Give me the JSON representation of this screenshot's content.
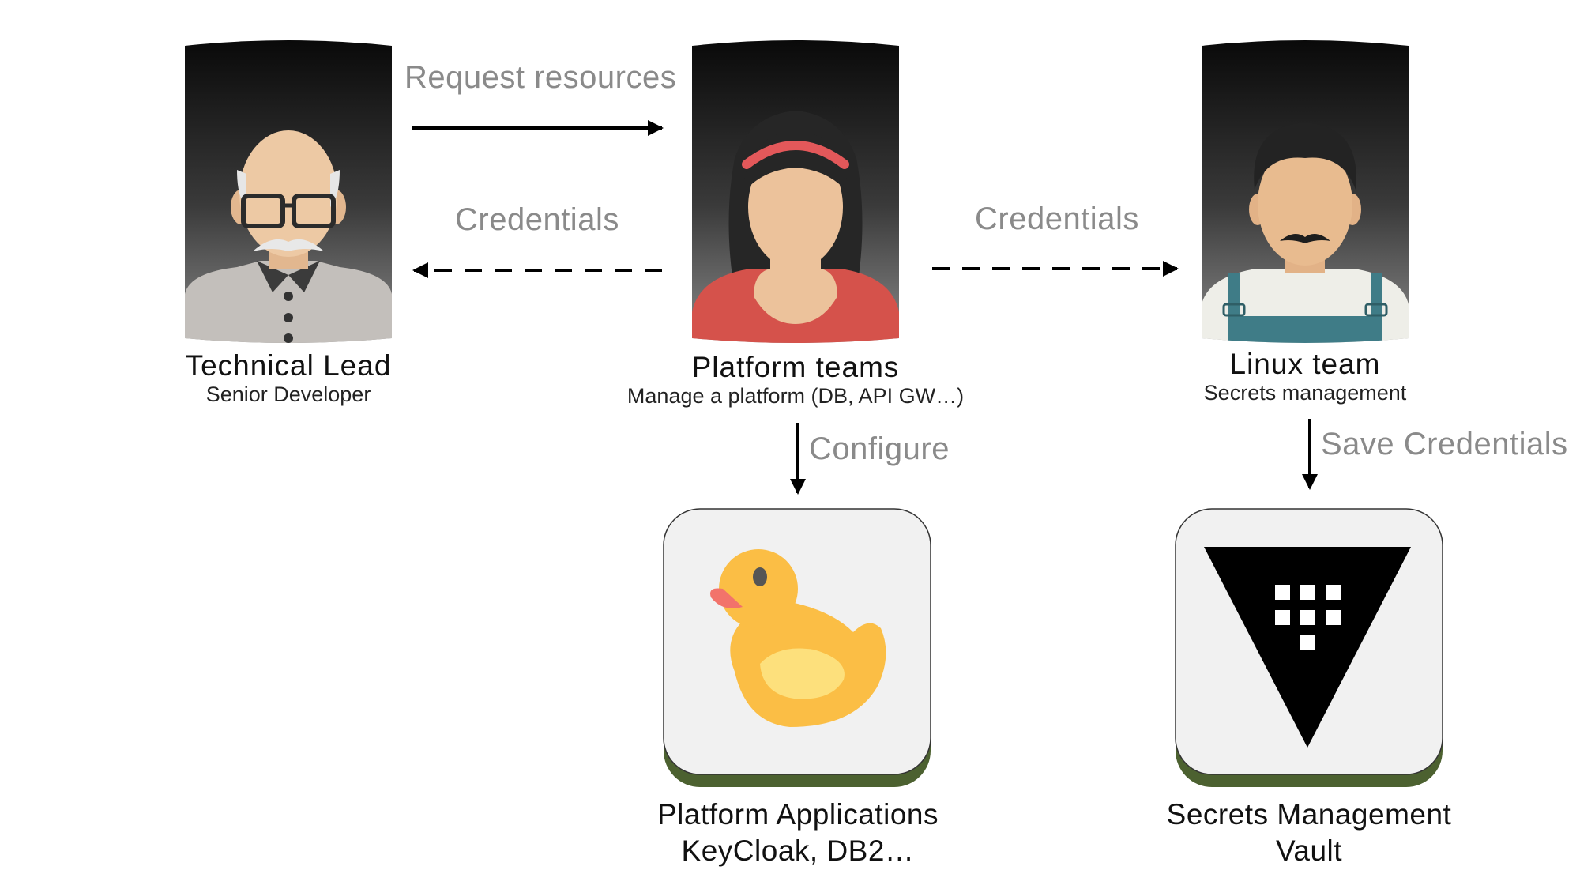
{
  "actors": {
    "tech_lead": {
      "title": "Technical Lead",
      "subtitle": "Senior Developer"
    },
    "platform": {
      "title": "Platform teams",
      "subtitle": "Manage a platform (DB, API GW…)"
    },
    "linux": {
      "title": "Linux team",
      "subtitle": "Secrets management"
    }
  },
  "edges": {
    "request": "Request resources",
    "credentials_left": "Credentials",
    "credentials_right": "Credentials",
    "configure": "Configure",
    "save": "Save Credentials"
  },
  "apps": {
    "platform_apps": {
      "line1": "Platform Applications",
      "line2": "KeyCloak, DB2…"
    },
    "vault": {
      "line1": "Secrets Management",
      "line2": "Vault"
    }
  },
  "colors": {
    "arrow": "#000000",
    "edge_text": "#8a8a8a",
    "card_bg": "#f1f1f1",
    "card_shadow": "#4c6130",
    "duck_body": "#fbbe45",
    "duck_wing": "#fde07c",
    "duck_beak": "#f2736b"
  }
}
